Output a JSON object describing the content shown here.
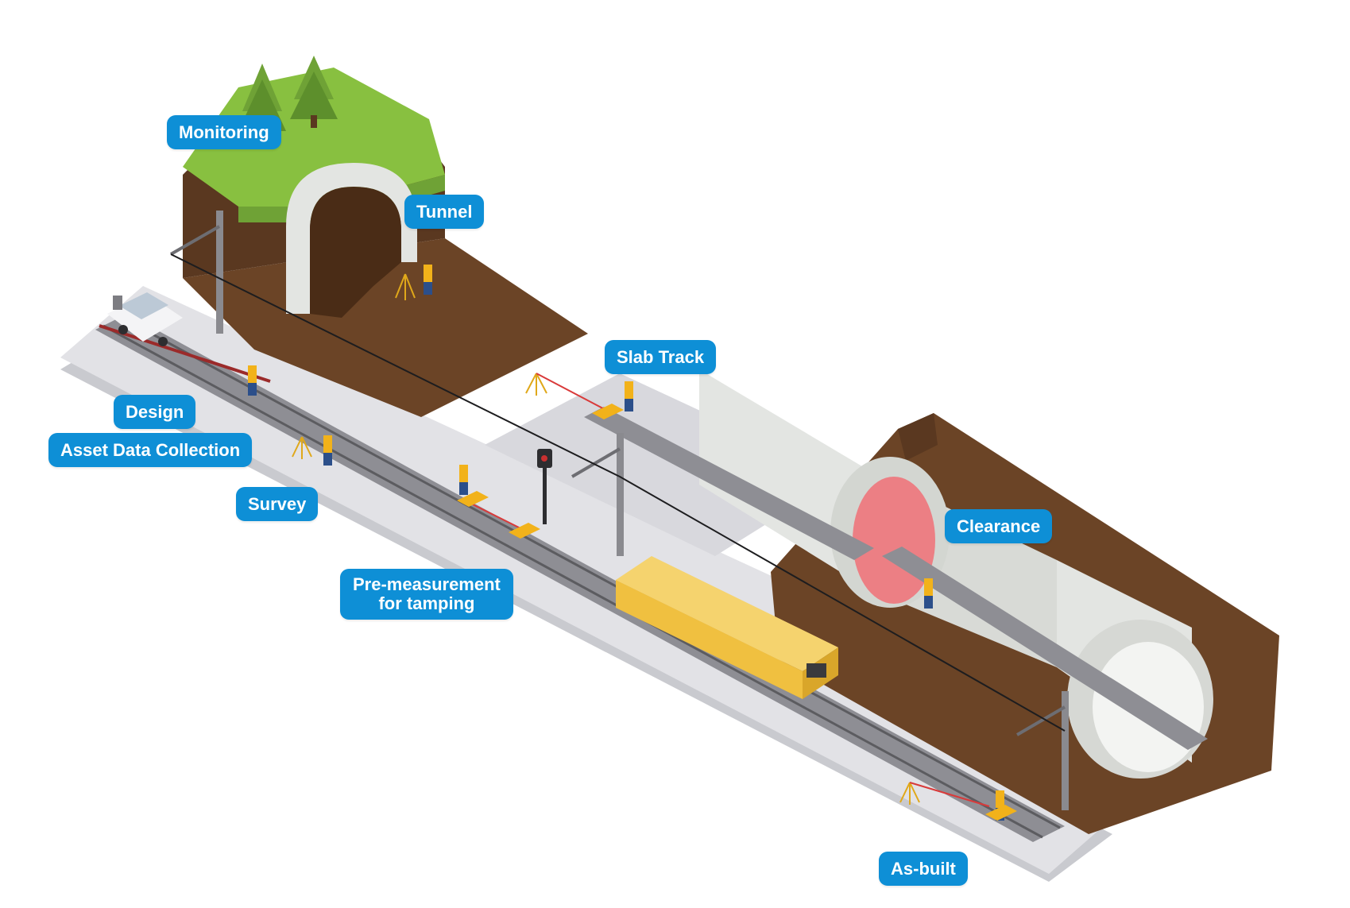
{
  "labels": {
    "monitoring": "Monitoring",
    "tunnel": "Tunnel",
    "slab_track": "Slab Track",
    "design": "Design",
    "asset_data_collection": "Asset Data Collection",
    "survey": "Survey",
    "pre_measurement_line1": "Pre-measurement",
    "pre_measurement_line2": "for tamping",
    "clearance": "Clearance",
    "as_built": "As-built"
  },
  "colors": {
    "label_background": "#0e8fd6",
    "label_text": "#ffffff",
    "platform": "#e2e2e6",
    "soil": "#6b4426",
    "grass": "#88c040",
    "tunnel_lining": "#e3e5e2",
    "machine": "#f0c040",
    "clearance_zone": "#ec7f84",
    "workers": "#f2b21a"
  },
  "icons": {
    "trees": "pine-tree-icon",
    "vehicle": "road-rail-vehicle-icon",
    "workers": "surveyor-icon",
    "tripods": "tripod-icon",
    "machine": "tamping-machine-icon",
    "signal": "rail-signal-icon",
    "masts": "catenary-mast-icon"
  }
}
